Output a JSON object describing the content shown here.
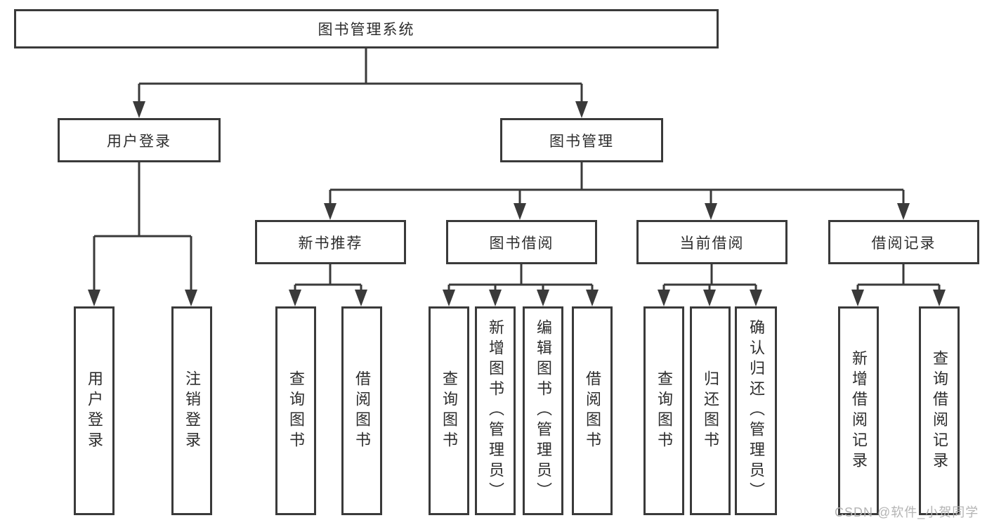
{
  "colors": {
    "line": "#3a3a3a",
    "text": "#2d2d2d",
    "watermark": "#b4b4b4",
    "background": "#ffffff"
  },
  "watermark": "CSDN @软件_小贺同学",
  "root": {
    "label": "图书管理系统"
  },
  "level2": [
    {
      "id": "user-login",
      "label": "用户登录"
    },
    {
      "id": "book-management",
      "label": "图书管理"
    }
  ],
  "level3": [
    {
      "id": "new-book-recommend",
      "label": "新书推荐"
    },
    {
      "id": "book-borrow",
      "label": "图书借阅"
    },
    {
      "id": "current-borrow",
      "label": "当前借阅"
    },
    {
      "id": "borrow-records",
      "label": "借阅记录"
    }
  ],
  "leaves": [
    {
      "id": "user-login",
      "label": "用户登录"
    },
    {
      "id": "logout",
      "label": "注销登录"
    },
    {
      "id": "query-books-1",
      "label": "查询图书"
    },
    {
      "id": "borrow-books-1",
      "label": "借阅图书"
    },
    {
      "id": "query-books-2",
      "label": "查询图书"
    },
    {
      "id": "add-books-admin",
      "label": "新增图书（管理员）"
    },
    {
      "id": "edit-books-admin",
      "label": "编辑图书（管理员）"
    },
    {
      "id": "borrow-books-2",
      "label": "借阅图书"
    },
    {
      "id": "query-books-3",
      "label": "查询图书"
    },
    {
      "id": "return-books",
      "label": "归还图书"
    },
    {
      "id": "confirm-return-admin",
      "label": "确认归还（管理员）"
    },
    {
      "id": "add-borrow-record",
      "label": "新增借阅记录"
    },
    {
      "id": "query-borrow-record",
      "label": "查询借阅记录"
    }
  ]
}
